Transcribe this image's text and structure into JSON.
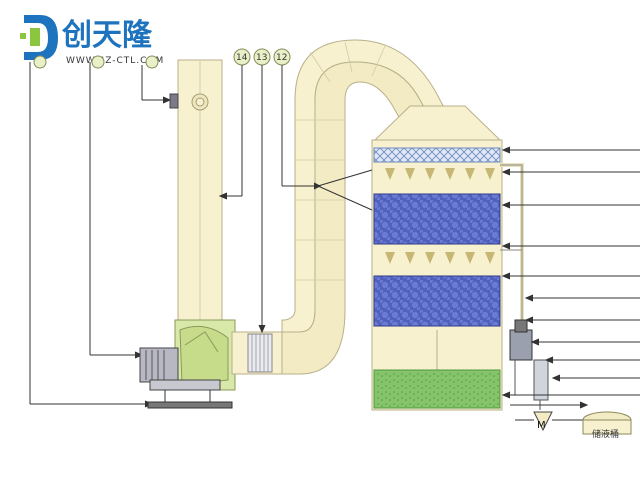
{
  "brand": {
    "name": "创天隆",
    "url": "WWW.SZ-CTL.COM"
  },
  "callouts": [
    "14",
    "13",
    "12"
  ],
  "tank_label": "储液桶",
  "pump_label": "M",
  "colors": {
    "duct": "#f7f1cf",
    "duct_edge": "#b9b089",
    "packing": "#4d5db8",
    "water": "#7fc06a",
    "logo_blue": "#1e73be",
    "logo_green": "#8cc63f"
  }
}
